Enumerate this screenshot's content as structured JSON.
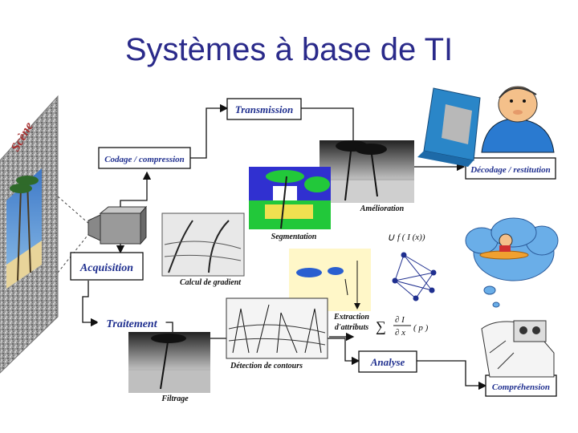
{
  "title": "Systèmes à base de TI",
  "scene_label": "Scène",
  "boxes": {
    "transmission": "Transmission",
    "codage": "Codage / compression",
    "decodage": "Décodage / restitution",
    "acquisition": "Acquisition",
    "traitement": "Traitement",
    "analyse": "Analyse",
    "comprehension": "Compréhension"
  },
  "captions": {
    "amelioration": "Amélioration",
    "segmentation": "Segmentation",
    "gradient": "Calcul de gradient",
    "extraction_1": "Extraction",
    "extraction_2": "d'attributs",
    "contours": "Détection de contours",
    "filtrage": "Filtrage"
  },
  "formulas": {
    "union": "f ( I (x))",
    "derivative": "∂ I",
    "derivative_den": "∂ x",
    "derivative_arg": "( p )"
  },
  "colors": {
    "title": "#2a2a8a",
    "box_text": "#1f2f8f",
    "arrow": "#111111"
  }
}
